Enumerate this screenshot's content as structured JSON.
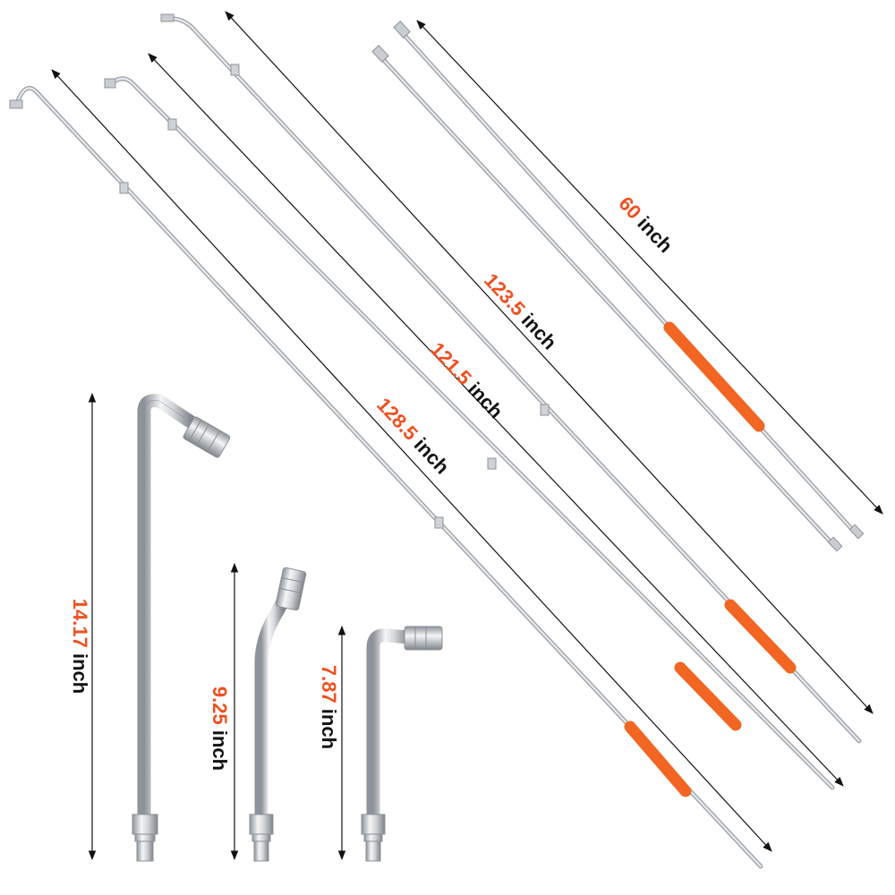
{
  "colors": {
    "number": "#f0501e",
    "unit": "#111111",
    "arrow": "#111111",
    "handle": "#f26522",
    "steel_light": "#eef0f2",
    "steel_dark": "#9aa0a6"
  },
  "unit_label": "inch",
  "measurements": [
    {
      "id": "wand-60",
      "value": "60",
      "unit": "inch"
    },
    {
      "id": "wand-123-5",
      "value": "123.5",
      "unit": "inch"
    },
    {
      "id": "wand-121-5",
      "value": "121.5",
      "unit": "inch"
    },
    {
      "id": "wand-128-5",
      "value": "128.5",
      "unit": "inch"
    },
    {
      "id": "tip-14-17",
      "value": "14.17",
      "unit": "inch"
    },
    {
      "id": "tip-9-25",
      "value": "9.25",
      "unit": "inch"
    },
    {
      "id": "tip-7-87",
      "value": "7.87",
      "unit": "inch"
    }
  ]
}
